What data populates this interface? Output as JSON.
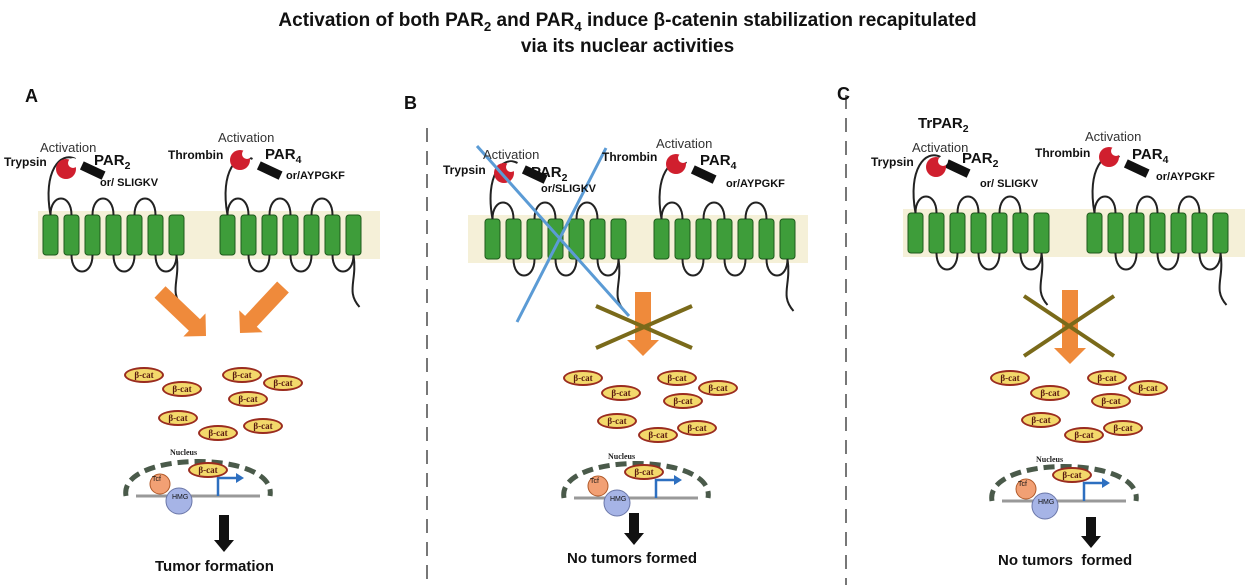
{
  "title": {
    "line1_pre": "Activation of both PAR",
    "line1_sub1": "2",
    "line1_mid": " and PAR",
    "line1_sub2": "4",
    "line1_post": " induce β-catenin stabilization recapitulated",
    "line2": "via its nuclear activities"
  },
  "panels": [
    {
      "letter": "A",
      "left_label": "Trypsin",
      "left_activation": "Activation",
      "left_receptor": "PAR",
      "left_sub": "2",
      "left_peptide": "or/ SLIGKV",
      "right_label": "Thrombin",
      "right_activation": "Activation",
      "right_receptor": "PAR",
      "right_sub": "4",
      "right_peptide": "or/AYPGKF",
      "nucleus": "Nucleus",
      "tcf": "Tcf",
      "hmg": "HMG",
      "bcat": "β-cat",
      "outcome": "Tumor formation"
    },
    {
      "letter": "B",
      "left_label": "Trypsin",
      "left_activation": "Activation",
      "left_receptor": "PAR",
      "left_sub": "2",
      "left_peptide": "or/SLIGKV",
      "right_label": "Thrombin",
      "right_activation": "Activation",
      "right_receptor": "PAR",
      "right_sub": "4",
      "right_peptide": "or/AYPGKF",
      "nucleus": "Nucleus",
      "tcf": "Tcf",
      "hmg": "HMG",
      "bcat": "β-cat",
      "outcome": "No tumors formed"
    },
    {
      "letter": "C",
      "extra": "TrPAR",
      "extra_sub": "2",
      "left_label": "Trypsin",
      "left_activation": "Activation",
      "left_receptor": "PAR",
      "left_sub": "2",
      "left_peptide": "or/ SLIGKV",
      "right_label": "Thrombin",
      "right_activation": "Activation",
      "right_receptor": "PAR",
      "right_sub": "4",
      "right_peptide": "or/AYPGKF",
      "nucleus": "Nucleus",
      "tcf": "Tcf",
      "hmg": "HMG",
      "bcat": "β-cat",
      "outcome": "No tumors  formed"
    }
  ],
  "colors": {
    "membrane": "#f5f0d8",
    "helix": "#3e9d3a",
    "protease": "#d01f2e",
    "arrow": "#ef8a3b",
    "cross": "#7a6a1a",
    "blue_cross": "#5b9bd5",
    "bcat_fill": "#f3d96b",
    "bcat_border": "#9a2c1f",
    "tcf": "#f2a074",
    "hmg": "#a6b4e6"
  }
}
